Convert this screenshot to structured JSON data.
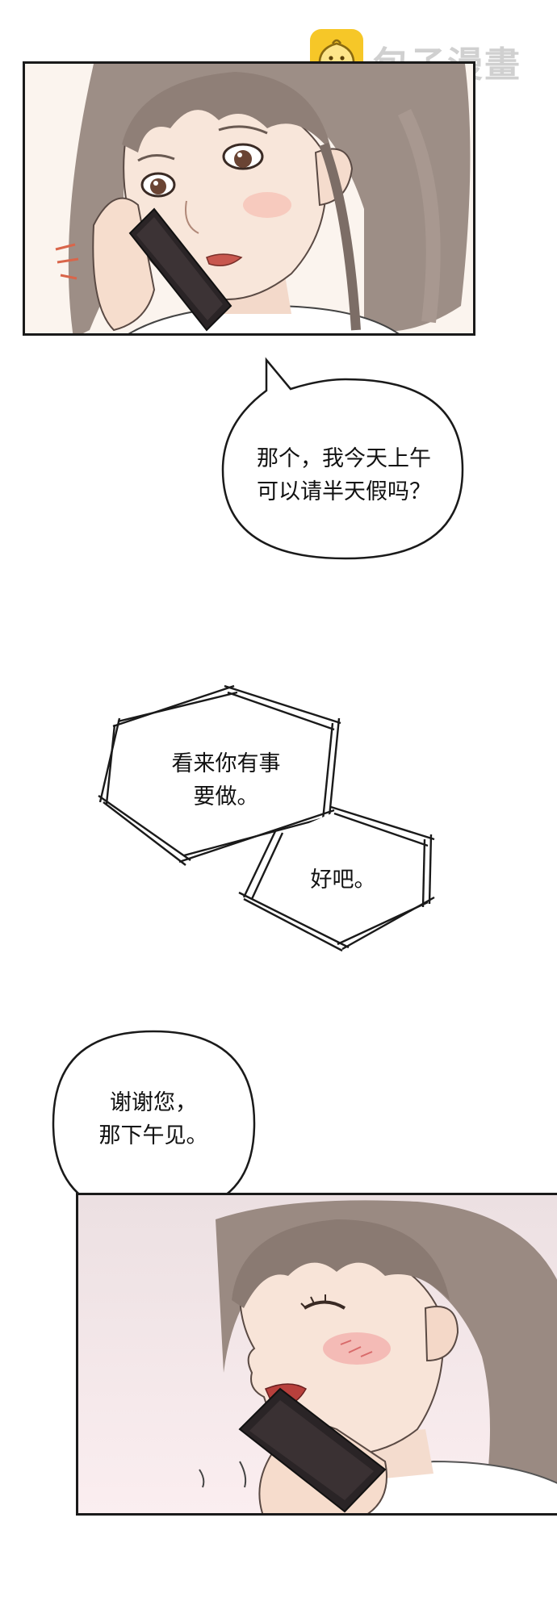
{
  "watermark": {
    "text": "包子漫畫",
    "logo_icon": "bun-face-icon",
    "logo_color": "#f6c728"
  },
  "panel_1": {
    "subject": "woman-on-phone-surprised"
  },
  "bubble_1": {
    "lines": [
      "那个，我今天上午",
      "可以请半天假吗？"
    ]
  },
  "bubble_2": {
    "lines": [
      "看来你有事",
      "要做。"
    ]
  },
  "bubble_3": {
    "lines": [
      "好吧。"
    ]
  },
  "bubble_4": {
    "lines": [
      "谢谢您，",
      "那下午见。"
    ]
  },
  "panel_2": {
    "subject": "woman-on-phone-smiling"
  },
  "colors": {
    "ink": "#1a1a1a",
    "hair": "#8a7a72",
    "skin": "#f7e3d6",
    "blush": "#f0a0a0",
    "phone": "#2a2426"
  }
}
